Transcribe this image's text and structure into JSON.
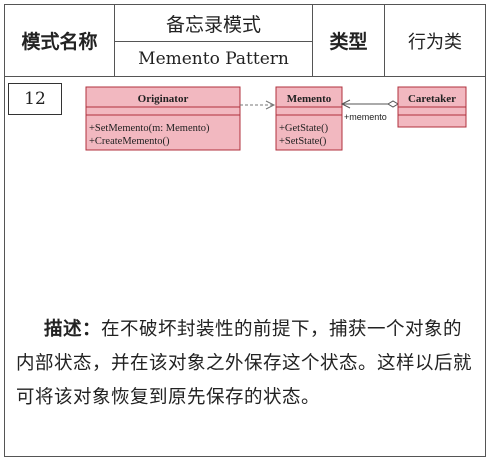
{
  "header": {
    "name_label": "模式名称",
    "pattern_name_cn": "备忘录模式",
    "pattern_name_en": "Memento Pattern",
    "type_label": "类型",
    "type_value": "行为类"
  },
  "pattern_number": "12",
  "diagram": {
    "originator": {
      "name": "Originator",
      "methods": [
        "+SetMemento(m: Memento)",
        "+CreateMemento()"
      ]
    },
    "memento": {
      "name": "Memento",
      "methods": [
        "+GetState()",
        "+SetState()"
      ]
    },
    "caretaker": {
      "name": "Caretaker",
      "methods": []
    },
    "association_label": "+memento",
    "fill_color": "#f2b8c0",
    "stroke_color": "#b0303c"
  },
  "description": {
    "label": "描述：",
    "text": "在不破坏封装性的前提下，捕获一个对象的内部状态，并在该对象之外保存这个状态。这样以后就可将该对象恢复到原先保存的状态。"
  }
}
